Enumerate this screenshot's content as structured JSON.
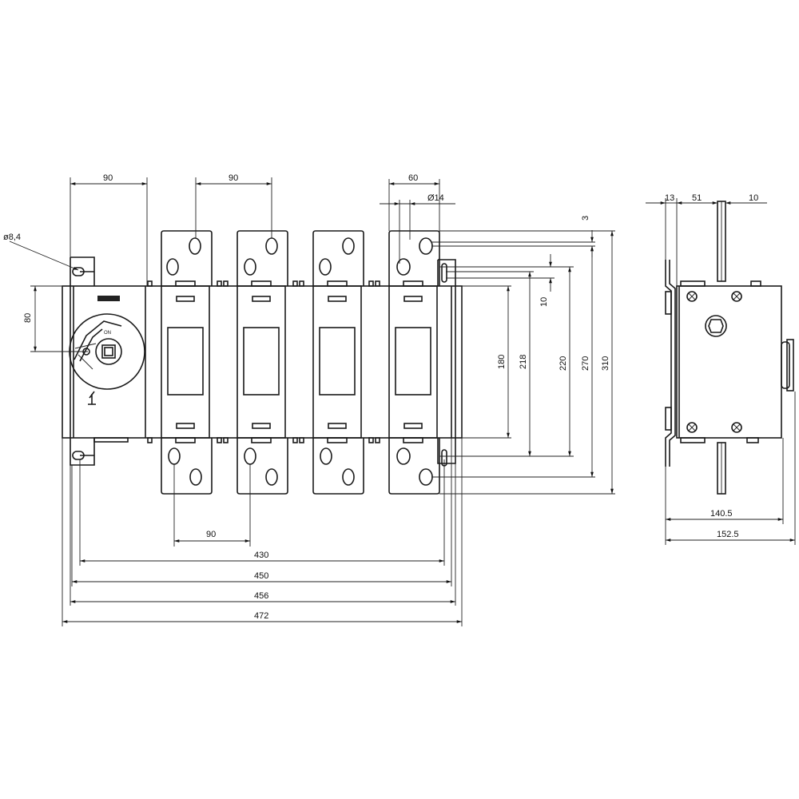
{
  "front_view": {
    "dim_labels": {
      "hole_diameter": "ø8,4",
      "top_left_spacing": "90",
      "top_mid_spacing": "90",
      "terminal_offset": "60",
      "terminal_hole": "Ø14",
      "handle_height": "80",
      "bottom_spacing": "90",
      "w430": "430",
      "w450": "450",
      "w456": "456",
      "w472": "472",
      "h3": "3",
      "h10": "10",
      "h180": "180",
      "h218": "218",
      "h220": "220",
      "h270": "270",
      "h310": "310"
    },
    "handle_position_label": "ON"
  },
  "side_view": {
    "dim_labels": {
      "d13": "13",
      "d51": "51",
      "d10": "10",
      "d140_5": "140.5",
      "d152_5": "152.5"
    }
  }
}
